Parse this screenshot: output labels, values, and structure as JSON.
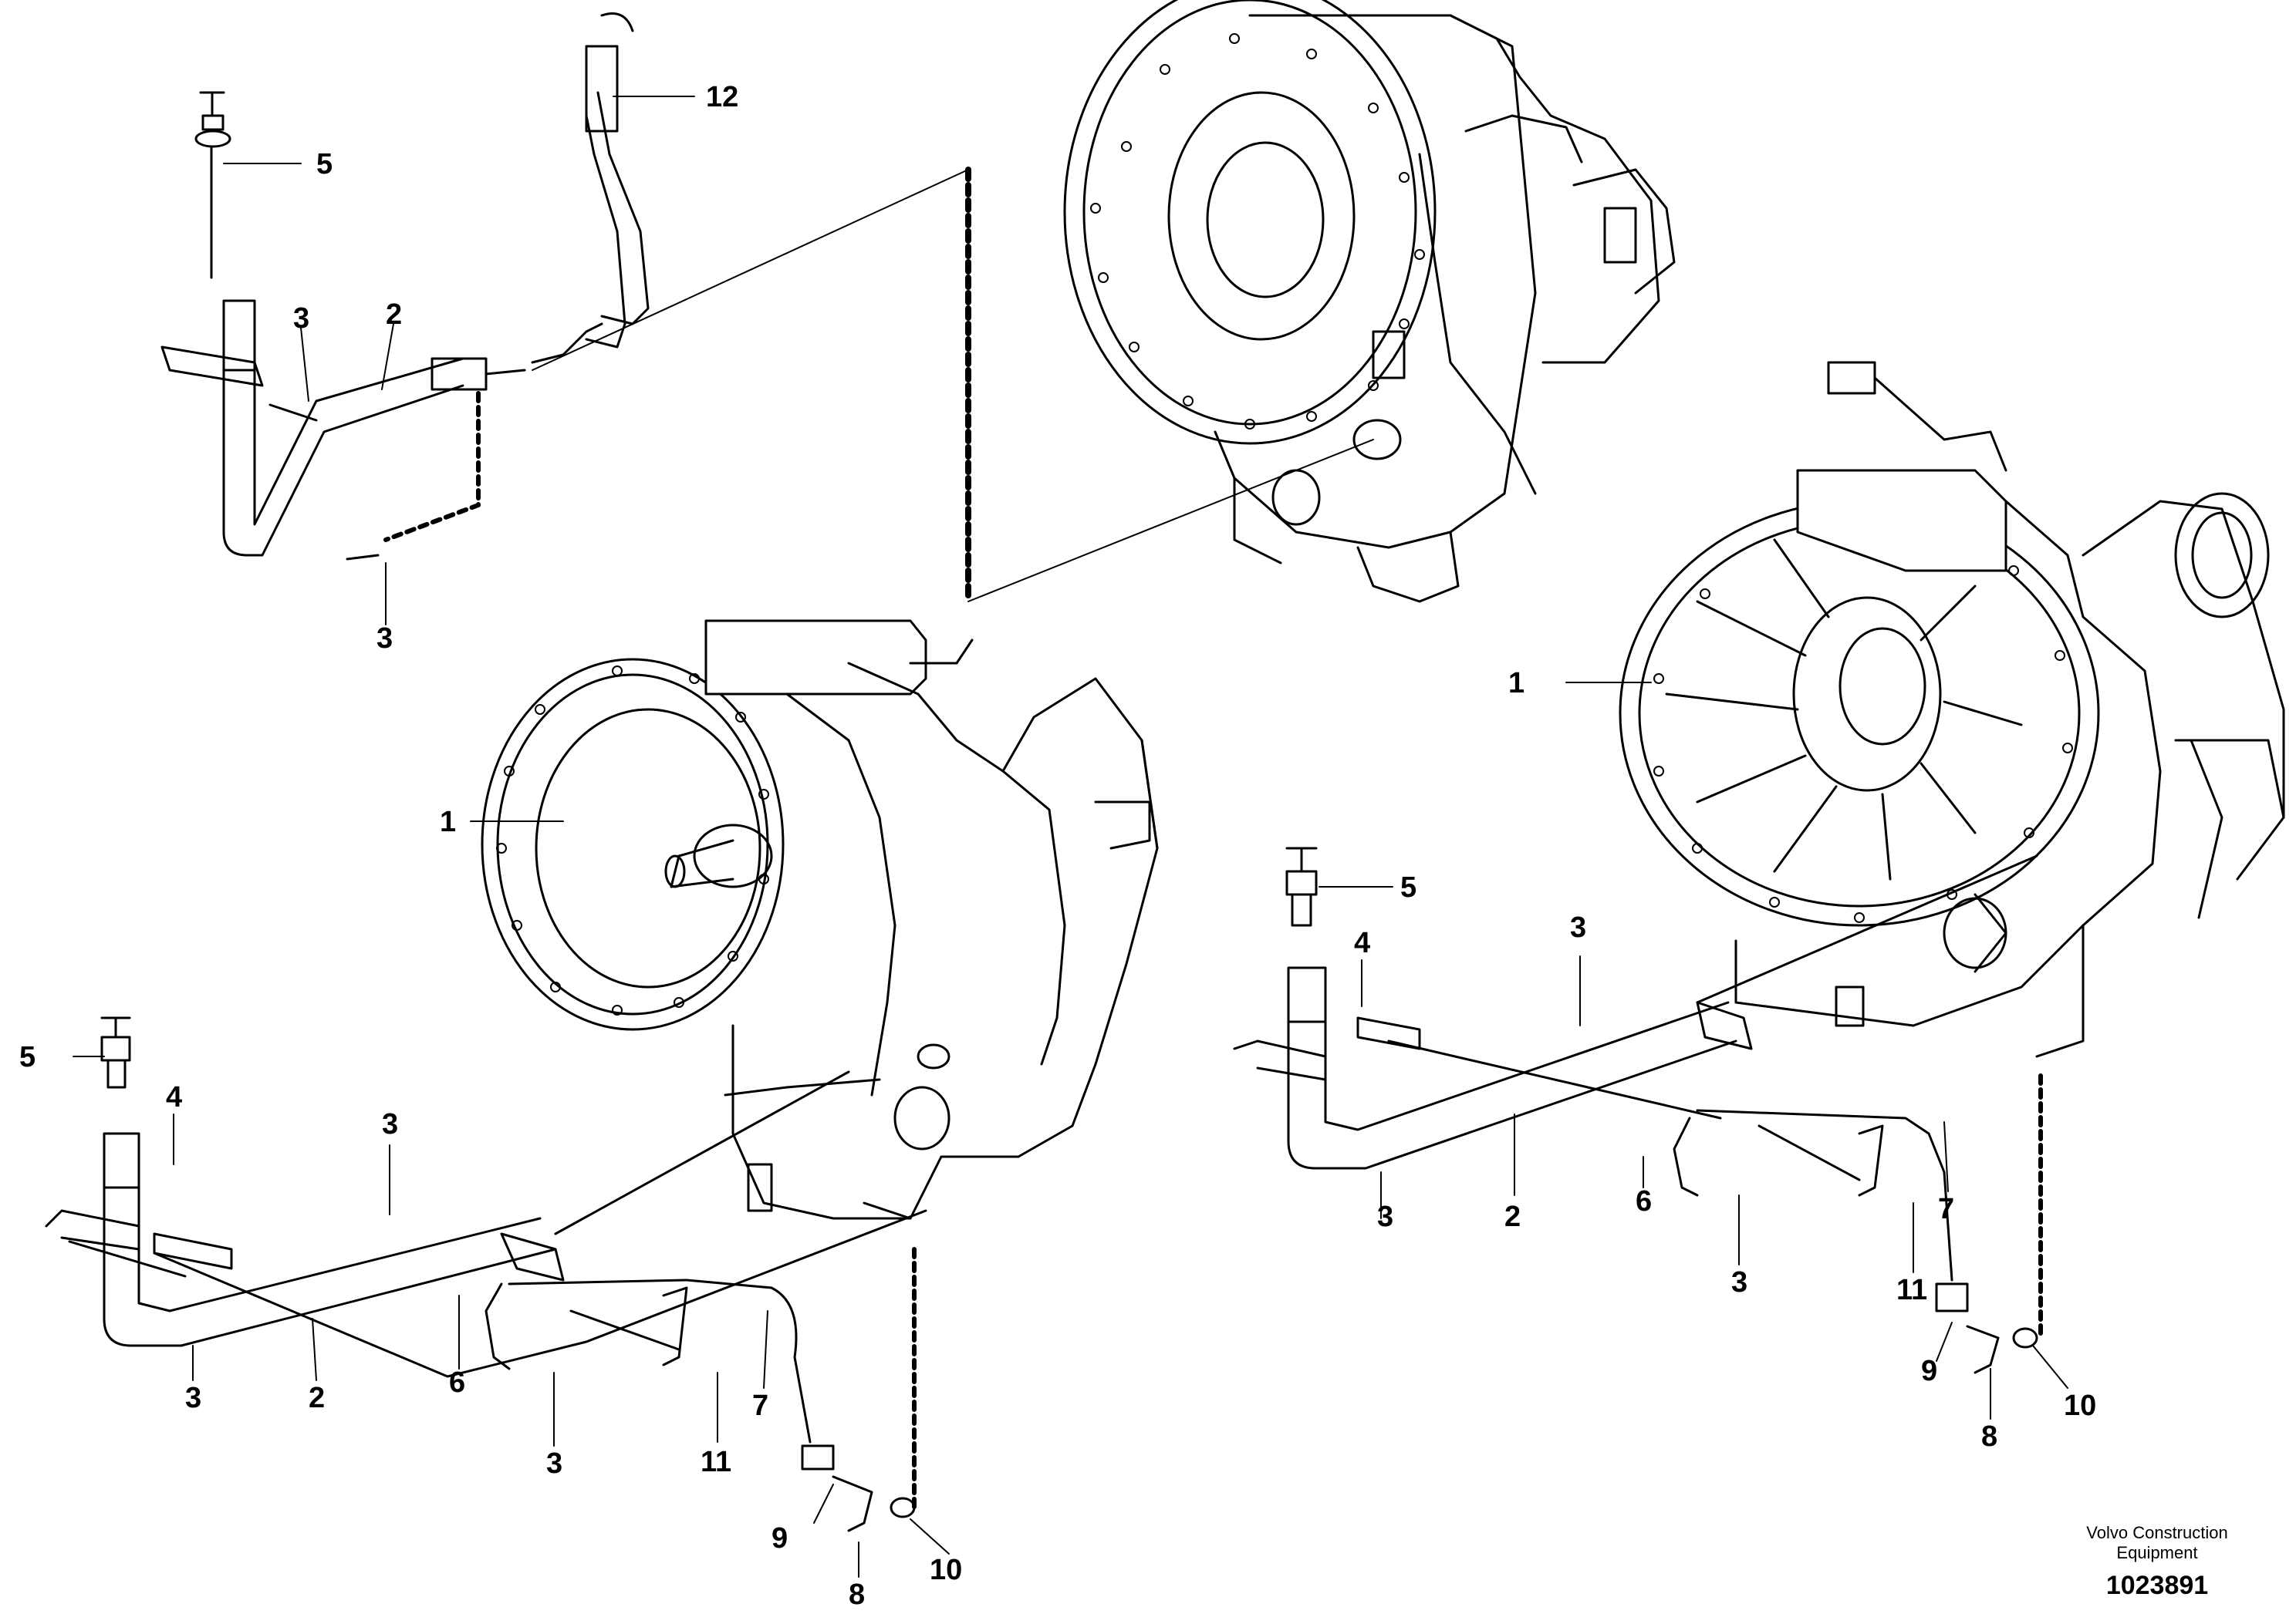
{
  "diagram": {
    "callouts": {
      "c1a": "1",
      "c1b": "1",
      "c2a": "2",
      "c2b": "2",
      "c2c": "2",
      "c3a": "3",
      "c3b": "3",
      "c3c": "3",
      "c3d": "3",
      "c3e": "3",
      "c3f": "3",
      "c3g": "3",
      "c3h": "3",
      "c4a": "4",
      "c4b": "4",
      "c5a": "5",
      "c5b": "5",
      "c5c": "5",
      "c6a": "6",
      "c6b": "6",
      "c7a": "7",
      "c7b": "7",
      "c8a": "8",
      "c8b": "8",
      "c9a": "9",
      "c9b": "9",
      "c10a": "10",
      "c10b": "10",
      "c11a": "11",
      "c11b": "11",
      "c12a": "12"
    }
  },
  "footer": {
    "company_line1": "Volvo Construction",
    "company_line2": "Equipment",
    "doc_number": "1023891"
  }
}
